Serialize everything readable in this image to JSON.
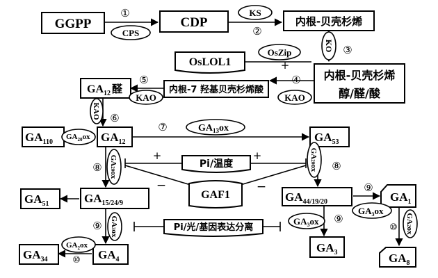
{
  "nodes": {
    "ggpp": "GGPP",
    "cdp": "CDP",
    "ent_kaurene": "内根-贝壳杉烯",
    "oslol1": "OsLOL1",
    "ent_kaurene_derivs_l1": "内根-贝壳杉烯",
    "ent_kaurene_derivs_l2": "醇/醛/酸",
    "ent_7oh_kaurenoic": "内根-7 羟基贝壳杉烯酸",
    "ga12_aldehyde_sub": "12",
    "ga12_aldehyde_suffix": "醛",
    "ga110_sub": "110",
    "ga12_sub": "12",
    "ga53_sub": "53",
    "ga51_sub": "51",
    "ga15_sub": "15/24/9",
    "gaf1": "GAF1",
    "ga44_sub": "44/19/20",
    "ga1_sub": "1",
    "ga3_sub": "3",
    "ga34_sub": "34",
    "ga4_sub": "4",
    "ga8_sub": "8",
    "ga_prefix": "GA"
  },
  "enzymes": {
    "cps": "CPS",
    "ks": "KS",
    "oszip": "OsZip",
    "ko": "KO",
    "kao_a": "KAO",
    "kao_b": "KAO",
    "kao_vertical": "KAO",
    "ga20ox": "20",
    "ga13ox": "13",
    "ga2ox": "2",
    "ga3ox": "3",
    "ox": "ox"
  },
  "regulators": {
    "pi_temp": "Pi/温度",
    "pi_light": "Pi/光/基因表达分离",
    "plus": "+",
    "minus": "−"
  },
  "steps": {
    "s1": "①",
    "s2": "②",
    "s3": "③",
    "s4": "④",
    "s5": "⑤",
    "s6": "⑥",
    "s7": "⑦",
    "s8": "⑧",
    "s9": "⑨",
    "s10": "⑩"
  }
}
